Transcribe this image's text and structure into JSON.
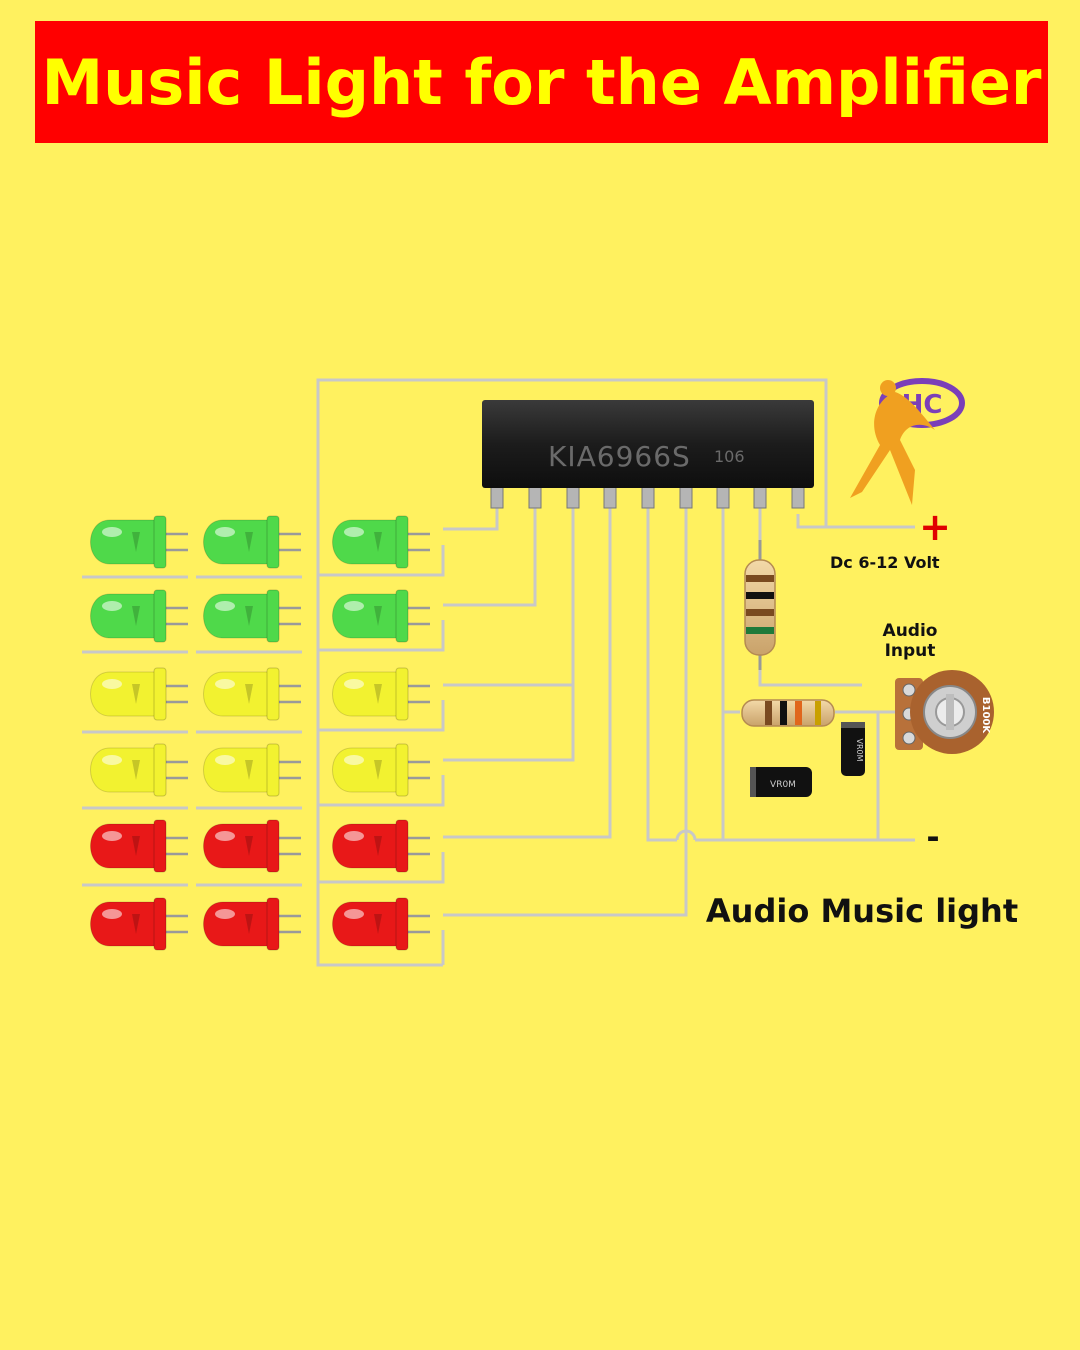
{
  "title": "Music Light for the Amplifier",
  "ic": {
    "part": "KIA6966S",
    "code": "106"
  },
  "power": {
    "plus": "+",
    "minus": "-",
    "label": "Dc 6-12 Volt"
  },
  "audio_input": {
    "line1": "Audio",
    "line2": "Input"
  },
  "potentiometer": {
    "marking": "B100K"
  },
  "capacitor": {
    "marking": "VR0M"
  },
  "caption": "Audio Music light",
  "logo": {
    "text": "HC"
  },
  "colors": {
    "background": "#fff15f",
    "banner": "#ff0000",
    "title": "#ffff00",
    "wire": "#c8c8c8",
    "led_green": "#4fd94a",
    "led_yellow": "#f2f230",
    "led_red": "#e81818",
    "plus": "#e00000"
  },
  "led_columns": [
    [
      "green",
      "green",
      "yellow",
      "yellow",
      "red",
      "red"
    ],
    [
      "green",
      "green",
      "yellow",
      "yellow",
      "red",
      "red"
    ],
    [
      "green",
      "green",
      "yellow",
      "yellow",
      "red",
      "red"
    ]
  ]
}
